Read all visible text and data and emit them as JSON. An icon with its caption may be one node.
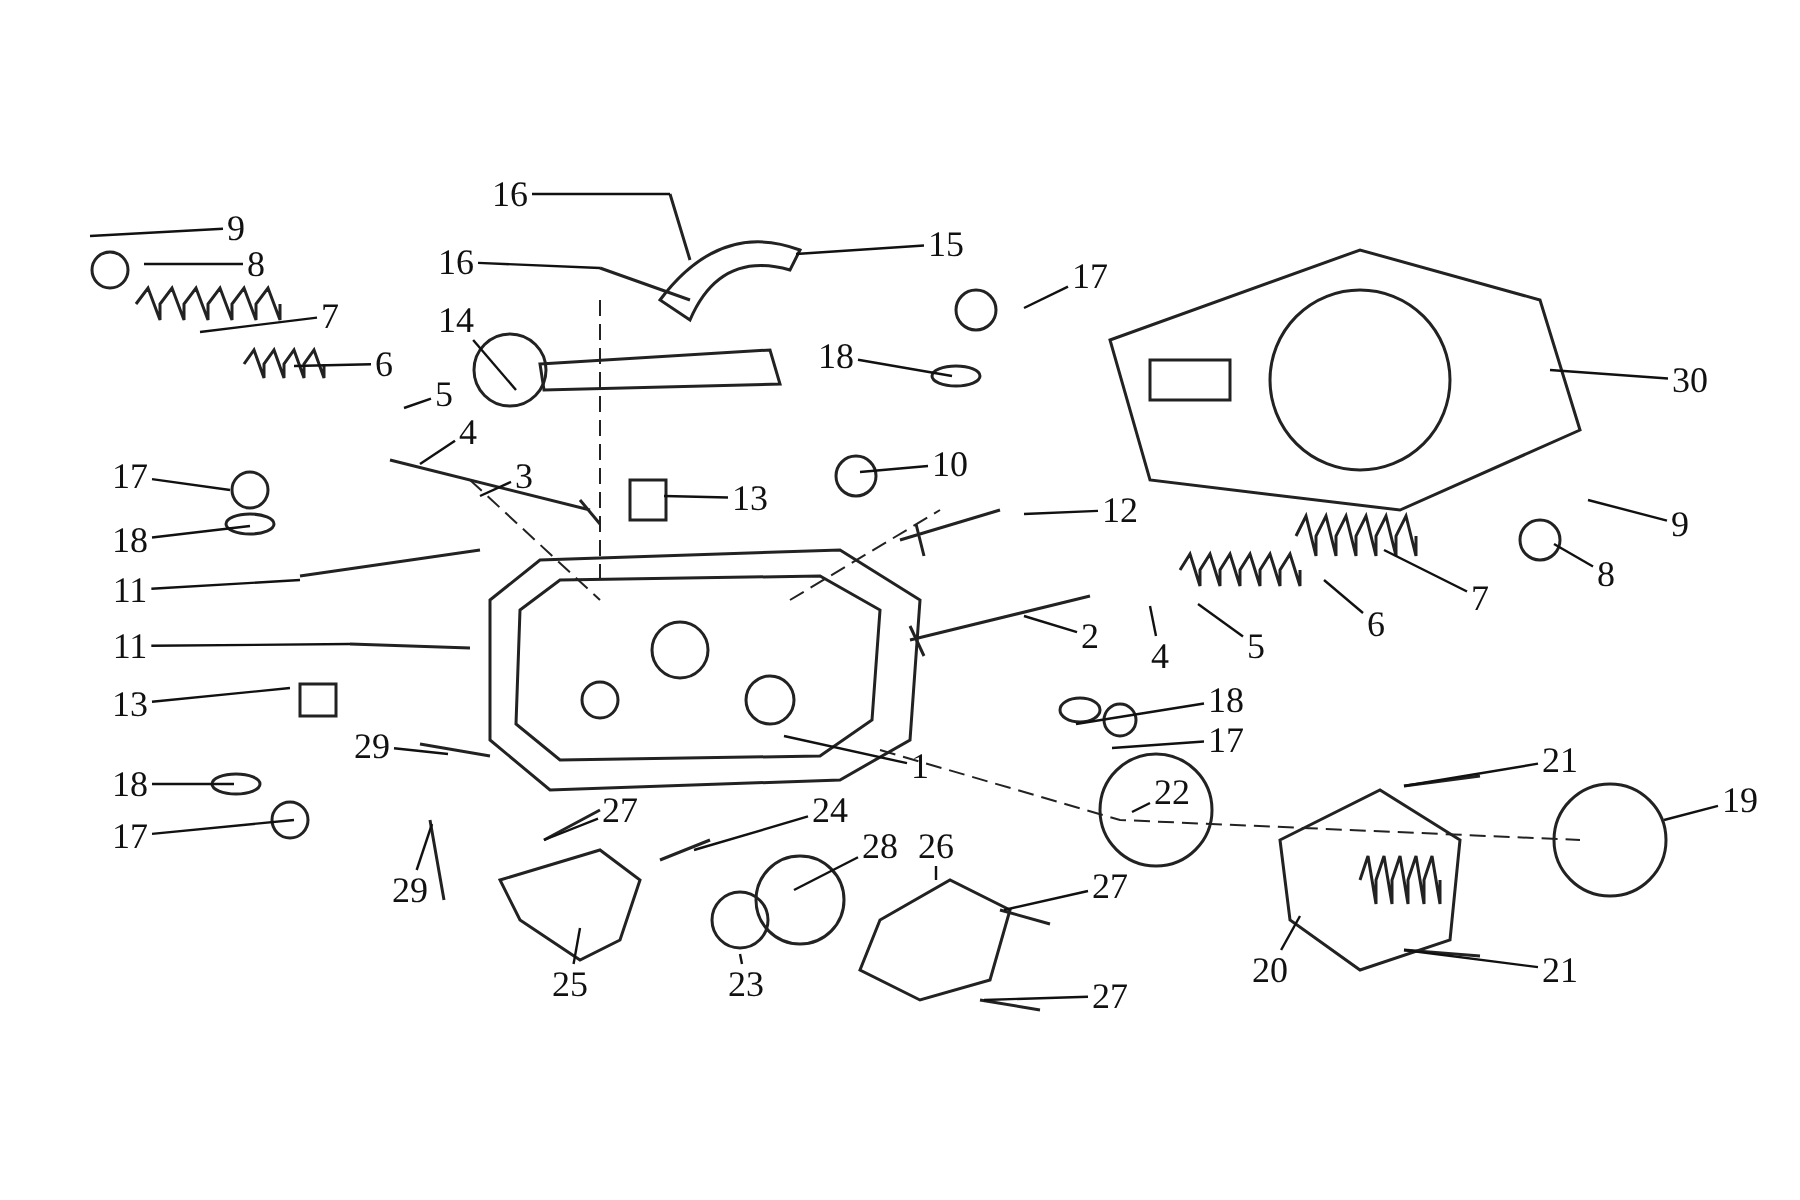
{
  "diagram": {
    "nodes": [
      {
        "text": [
          "16"
        ]
      },
      {
        "text": [
          "9"
        ]
      },
      {
        "text": [
          "15"
        ]
      },
      {
        "text": [
          "16"
        ]
      },
      {
        "text": [
          "8"
        ]
      },
      {
        "text": [
          "17"
        ]
      },
      {
        "text": [
          "7"
        ]
      },
      {
        "text": [
          "14"
        ]
      },
      {
        "text": [
          "18"
        ]
      },
      {
        "text": [
          "6"
        ]
      },
      {
        "text": [
          "30"
        ]
      },
      {
        "text": [
          "5"
        ]
      },
      {
        "text": [
          "4"
        ]
      },
      {
        "text": [
          "3"
        ]
      },
      {
        "text": [
          "10"
        ]
      },
      {
        "text": [
          "17"
        ]
      },
      {
        "text": [
          "13"
        ]
      },
      {
        "text": [
          "12"
        ]
      },
      {
        "text": [
          "9"
        ]
      },
      {
        "text": [
          "18"
        ]
      },
      {
        "text": [
          "8"
        ]
      },
      {
        "text": [
          "11"
        ]
      },
      {
        "text": [
          "7"
        ]
      },
      {
        "text": [
          "6"
        ]
      },
      {
        "text": [
          "5"
        ]
      },
      {
        "text": [
          "11"
        ]
      },
      {
        "text": [
          "4"
        ]
      },
      {
        "text": [
          "2"
        ]
      },
      {
        "text": [
          "13"
        ]
      },
      {
        "text": [
          "18"
        ]
      },
      {
        "text": [
          "29"
        ]
      },
      {
        "text": [
          "17"
        ]
      },
      {
        "text": [
          "1"
        ]
      },
      {
        "text": [
          "22"
        ]
      },
      {
        "text": [
          "21"
        ]
      },
      {
        "text": [
          "18"
        ]
      },
      {
        "text": [
          "19"
        ]
      },
      {
        "text": [
          "17"
        ]
      },
      {
        "text": [
          "27"
        ]
      },
      {
        "text": [
          "24"
        ]
      },
      {
        "text": [
          "28"
        ]
      },
      {
        "text": [
          "26"
        ]
      },
      {
        "text": [
          "29"
        ]
      },
      {
        "text": [
          "27"
        ]
      },
      {
        "text": [
          "20"
        ]
      },
      {
        "text": [
          "21"
        ]
      },
      {
        "text": [
          "25"
        ]
      },
      {
        "text": [
          "23"
        ]
      },
      {
        "text": [
          "27"
        ]
      }
    ],
    "edges": [
      {
        "from": 0,
        "to": null,
        "arrow": "none"
      },
      {
        "from": 1,
        "to": null,
        "arrow": "none"
      },
      {
        "from": 2,
        "to": null,
        "arrow": "none"
      },
      {
        "from": 3,
        "to": null,
        "arrow": "none"
      },
      {
        "from": 4,
        "to": null,
        "arrow": "none"
      },
      {
        "from": 5,
        "to": null,
        "arrow": "none"
      },
      {
        "from": 6,
        "to": null,
        "arrow": "none"
      },
      {
        "from": 7,
        "to": null,
        "arrow": "none"
      },
      {
        "from": 8,
        "to": null,
        "arrow": "none"
      },
      {
        "from": 9,
        "to": null,
        "arrow": "none"
      },
      {
        "from": 10,
        "to": null,
        "arrow": "none"
      },
      {
        "from": 11,
        "to": null,
        "arrow": "none"
      },
      {
        "from": 12,
        "to": null,
        "arrow": "none"
      },
      {
        "from": 13,
        "to": null,
        "arrow": "none"
      },
      {
        "from": 14,
        "to": null,
        "arrow": "none"
      },
      {
        "from": 15,
        "to": null,
        "arrow": "none"
      },
      {
        "from": 16,
        "to": null,
        "arrow": "none"
      },
      {
        "from": 17,
        "to": null,
        "arrow": "none"
      },
      {
        "from": 18,
        "to": null,
        "arrow": "none"
      },
      {
        "from": 19,
        "to": null,
        "arrow": "none"
      },
      {
        "from": 20,
        "to": null,
        "arrow": "none"
      },
      {
        "from": 21,
        "to": null,
        "arrow": "none"
      },
      {
        "from": 22,
        "to": null,
        "arrow": "none"
      },
      {
        "from": 23,
        "to": null,
        "arrow": "none"
      },
      {
        "from": 24,
        "to": null,
        "arrow": "none"
      },
      {
        "from": 25,
        "to": null,
        "arrow": "none"
      },
      {
        "from": 26,
        "to": null,
        "arrow": "none"
      },
      {
        "from": 27,
        "to": null,
        "arrow": "none"
      },
      {
        "from": 28,
        "to": null,
        "arrow": "none"
      },
      {
        "from": 29,
        "to": null,
        "arrow": "none"
      },
      {
        "from": 30,
        "to": null,
        "arrow": "none"
      },
      {
        "from": 31,
        "to": null,
        "arrow": "none"
      },
      {
        "from": 32,
        "to": null,
        "arrow": "none"
      },
      {
        "from": 33,
        "to": null,
        "arrow": "none"
      },
      {
        "from": 34,
        "to": null,
        "arrow": "none"
      },
      {
        "from": 35,
        "to": null,
        "arrow": "none"
      },
      {
        "from": 36,
        "to": null,
        "arrow": "none"
      },
      {
        "from": 37,
        "to": null,
        "arrow": "none"
      },
      {
        "from": 38,
        "to": null,
        "arrow": "none"
      },
      {
        "from": 39,
        "to": null,
        "arrow": "none"
      },
      {
        "from": 40,
        "to": null,
        "arrow": "none"
      },
      {
        "from": 41,
        "to": null,
        "arrow": "none"
      },
      {
        "from": 42,
        "to": null,
        "arrow": "none"
      },
      {
        "from": 43,
        "to": null,
        "arrow": "none"
      },
      {
        "from": 44,
        "to": null,
        "arrow": "none"
      },
      {
        "from": 45,
        "to": null,
        "arrow": "none"
      },
      {
        "from": 46,
        "to": null,
        "arrow": "none"
      },
      {
        "from": 47,
        "to": null,
        "arrow": "none"
      },
      {
        "from": 48,
        "to": null,
        "arrow": "none"
      }
    ]
  }
}
